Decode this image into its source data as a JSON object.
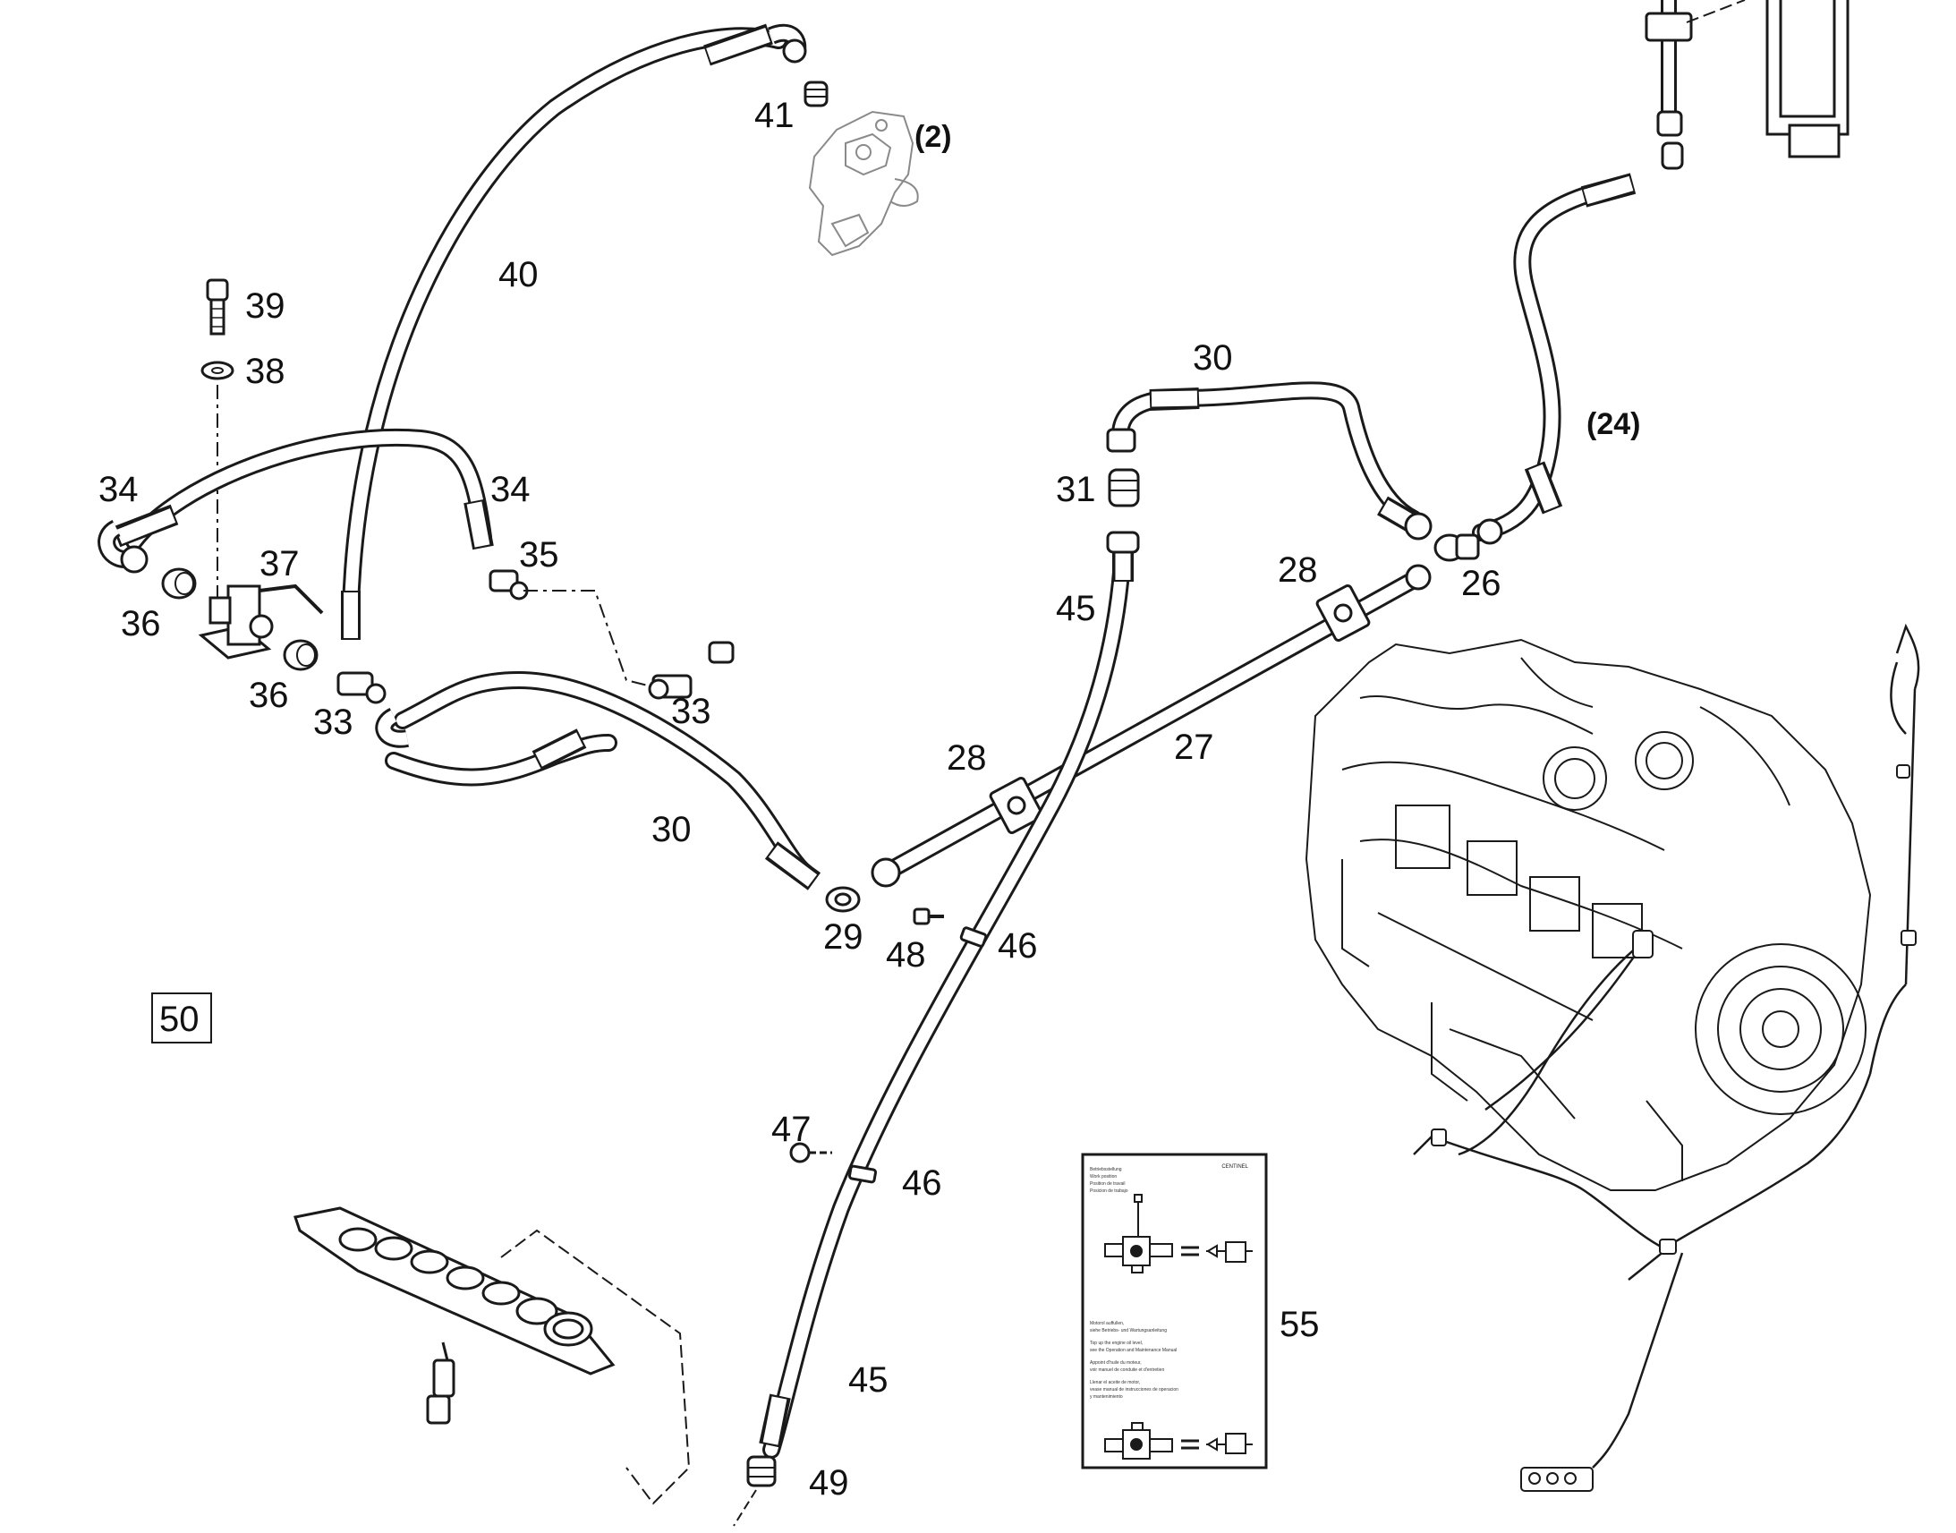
{
  "diagram": {
    "callouts": {
      "c41": "41",
      "c2": "(2)",
      "c40": "40",
      "c39": "39",
      "c38": "38",
      "c34a": "34",
      "c34b": "34",
      "c37": "37",
      "c35": "35",
      "c36a": "36",
      "c36b": "36",
      "c33a": "33",
      "c33b": "33",
      "c30a": "30",
      "c30b": "30",
      "c31": "31",
      "c45a": "45",
      "c45b": "45",
      "c28a": "28",
      "c28b": "28",
      "c27": "27",
      "c26": "26",
      "c24": "(24)",
      "c29": "29",
      "c48": "48",
      "c46a": "46",
      "c46b": "46",
      "c47": "47",
      "c49": "49",
      "c50": "50",
      "c55": "55"
    },
    "placard": {
      "brand": "CENTINEL",
      "block1": [
        "Betriebsstellung",
        "Work position",
        "Position de travail",
        "Posicion de trabajo"
      ],
      "block2": [
        "Motorol auffullen,",
        "siehe Betriebs- und Wartungsanleitung",
        "Top up the engine oil level,",
        "see the Operation and Maintenance Manual",
        "Appoint d'huile du moteur,",
        "voir manuel de conduite et d'entretien",
        "Llenar el aceite de motor,",
        "vease manual de instrucciones de operacion",
        "y mantenimiento"
      ]
    },
    "colors": {
      "line": "#1a1a1a",
      "ghost": "#8a8a8a",
      "paper": "#ffffff"
    }
  }
}
